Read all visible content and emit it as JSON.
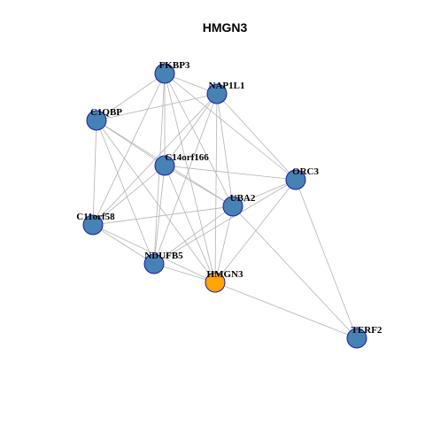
{
  "title": "HMGN3",
  "colors": {
    "node": "#4682b4",
    "node_border": "#1c1caa",
    "highlight": "#ffa500",
    "edge": "#b3b3b3"
  },
  "nodes": [
    {
      "id": "FKBP3",
      "label": "FKBP3"
    },
    {
      "id": "NAP1L1",
      "label": "NAP1L1"
    },
    {
      "id": "C1QBP",
      "label": "C1QBP"
    },
    {
      "id": "C14orf166",
      "label": "C14orf166"
    },
    {
      "id": "ORC3",
      "label": "ORC3"
    },
    {
      "id": "UBA2",
      "label": "UBA2"
    },
    {
      "id": "C11orf58",
      "label": "C11orf58"
    },
    {
      "id": "NDUFB5",
      "label": "NDUFB5"
    },
    {
      "id": "HMGN3",
      "label": "HMGN3",
      "highlight": true
    },
    {
      "id": "TERF2",
      "label": "TERF2"
    }
  ],
  "edges": [
    [
      "FKBP3",
      "NAP1L1"
    ],
    [
      "FKBP3",
      "C1QBP"
    ],
    [
      "FKBP3",
      "C14orf166"
    ],
    [
      "FKBP3",
      "ORC3"
    ],
    [
      "FKBP3",
      "UBA2"
    ],
    [
      "FKBP3",
      "C11orf58"
    ],
    [
      "FKBP3",
      "NDUFB5"
    ],
    [
      "FKBP3",
      "HMGN3"
    ],
    [
      "NAP1L1",
      "C1QBP"
    ],
    [
      "NAP1L1",
      "C14orf166"
    ],
    [
      "NAP1L1",
      "ORC3"
    ],
    [
      "NAP1L1",
      "UBA2"
    ],
    [
      "NAP1L1",
      "C11orf58"
    ],
    [
      "NAP1L1",
      "NDUFB5"
    ],
    [
      "NAP1L1",
      "HMGN3"
    ],
    [
      "C1QBP",
      "C14orf166"
    ],
    [
      "C1QBP",
      "UBA2"
    ],
    [
      "C1QBP",
      "C11orf58"
    ],
    [
      "C1QBP",
      "NDUFB5"
    ],
    [
      "C1QBP",
      "HMGN3"
    ],
    [
      "C14orf166",
      "ORC3"
    ],
    [
      "C14orf166",
      "UBA2"
    ],
    [
      "C14orf166",
      "C11orf58"
    ],
    [
      "C14orf166",
      "NDUFB5"
    ],
    [
      "C14orf166",
      "HMGN3"
    ],
    [
      "ORC3",
      "UBA2"
    ],
    [
      "ORC3",
      "NDUFB5"
    ],
    [
      "ORC3",
      "HMGN3"
    ],
    [
      "ORC3",
      "TERF2"
    ],
    [
      "UBA2",
      "C11orf58"
    ],
    [
      "UBA2",
      "NDUFB5"
    ],
    [
      "UBA2",
      "HMGN3"
    ],
    [
      "UBA2",
      "TERF2"
    ],
    [
      "C11orf58",
      "NDUFB5"
    ],
    [
      "C11orf58",
      "HMGN3"
    ],
    [
      "NDUFB5",
      "HMGN3"
    ],
    [
      "HMGN3",
      "TERF2"
    ]
  ]
}
